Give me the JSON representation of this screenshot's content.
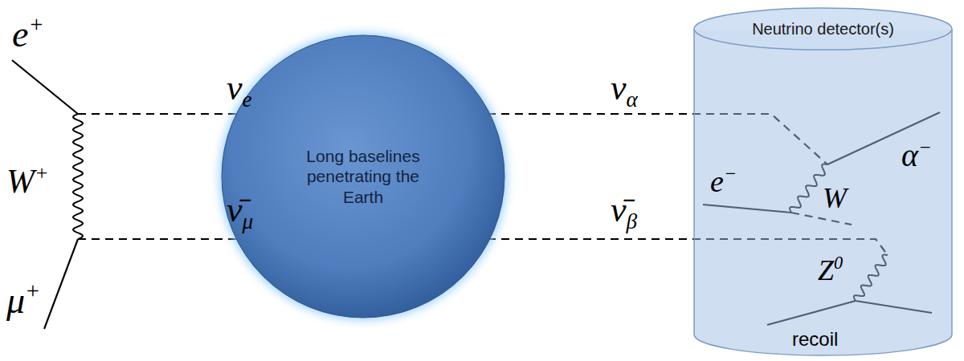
{
  "diagram": {
    "nodes": [
      {
        "text": [
          "Long baselines penetrating the Earth"
        ]
      },
      {
        "text": [
          "Neutrino detector(s)"
        ]
      }
    ],
    "labels": [
      "e+",
      "W+",
      "μ+",
      "νe",
      "ν̄μ",
      "να",
      "ν̄β",
      "α−",
      "W",
      "e−",
      "Z0",
      "recoil"
    ]
  }
}
